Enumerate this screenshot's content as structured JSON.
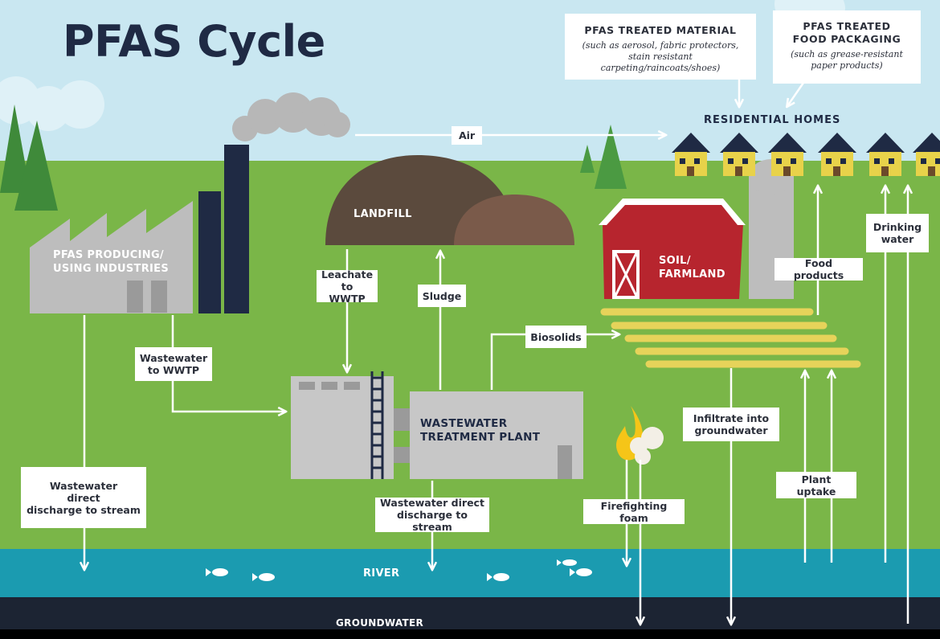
{
  "title": "PFAS Cycle",
  "colors": {
    "sky": "#c9e7f1",
    "grass": "#7ab648",
    "river": "#1b9bb0",
    "groundwater": "#1c2433",
    "navy": "#1f2a44",
    "building": "#c7c7c7",
    "barn": "#b7252e",
    "house": "#e8d24a",
    "landfill": "#5b4a3d"
  },
  "callouts": {
    "material": {
      "heading": "PFAS TREATED MATERIAL",
      "sub": "(such as aerosol, fabric protectors, stain resistant carpeting/raincoats/shoes)"
    },
    "packaging": {
      "heading": "PFAS TREATED\nFOOD PACKAGING",
      "sub": "(such as grease-resistant paper products)"
    }
  },
  "nodes": {
    "residential": "RESIDENTIAL HOMES",
    "industries": "PFAS PRODUCING/\nUSING INDUSTRIES",
    "landfill": "LANDFILL",
    "soil": "SOIL/\nFARMLAND",
    "wwtp": "WASTEWATER\nTREATMENT PLANT",
    "river": "RIVER",
    "groundwater": "GROUNDWATER"
  },
  "flows": {
    "air": "Air",
    "leachate": "Leachate\nto WWTP",
    "sludge": "Sludge",
    "biosolids": "Biosolids",
    "wastewater_wwtp": "Wastewater\nto WWTP",
    "discharge_industry": "Wastewater\ndirect\ndischarge to stream",
    "discharge_plant": "Wastewater direct\ndischarge to stream",
    "firefighting": "Firefighting foam",
    "infiltrate": "Infiltrate into\ngroundwater",
    "plant_uptake": "Plant uptake",
    "food_products": "Food products",
    "drinking_water": "Drinking\nwater"
  }
}
